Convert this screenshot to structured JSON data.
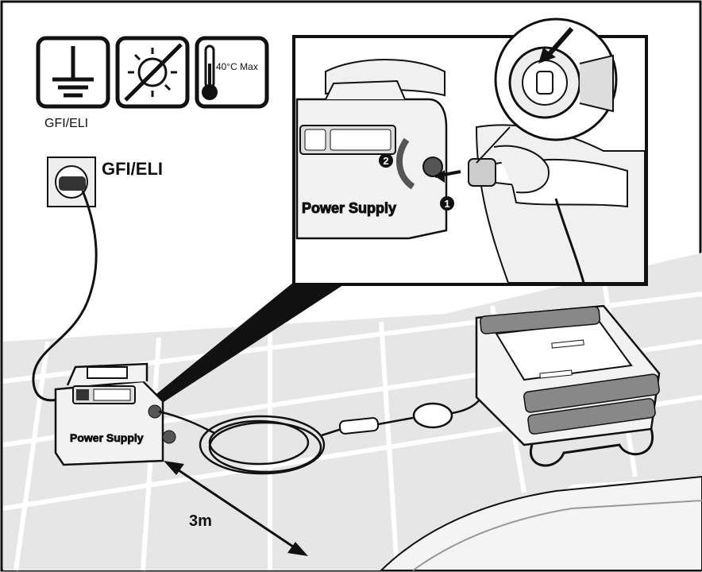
{
  "icons": {
    "ground": {
      "caption": "GFI/ELI"
    },
    "no_sun": {},
    "temperature": {
      "label": "40°C Max"
    }
  },
  "outlet": {
    "label": "GFI/ELI"
  },
  "power_supply": {
    "label": "Power Supply"
  },
  "inset": {
    "power_supply_label": "Power Supply",
    "step1": "1",
    "step2": "2"
  },
  "distance": {
    "label": "3m"
  },
  "colors": {
    "line": "#111111",
    "tile": "#e6e6e6",
    "grout": "#ffffff",
    "bg": "#ffffff"
  }
}
